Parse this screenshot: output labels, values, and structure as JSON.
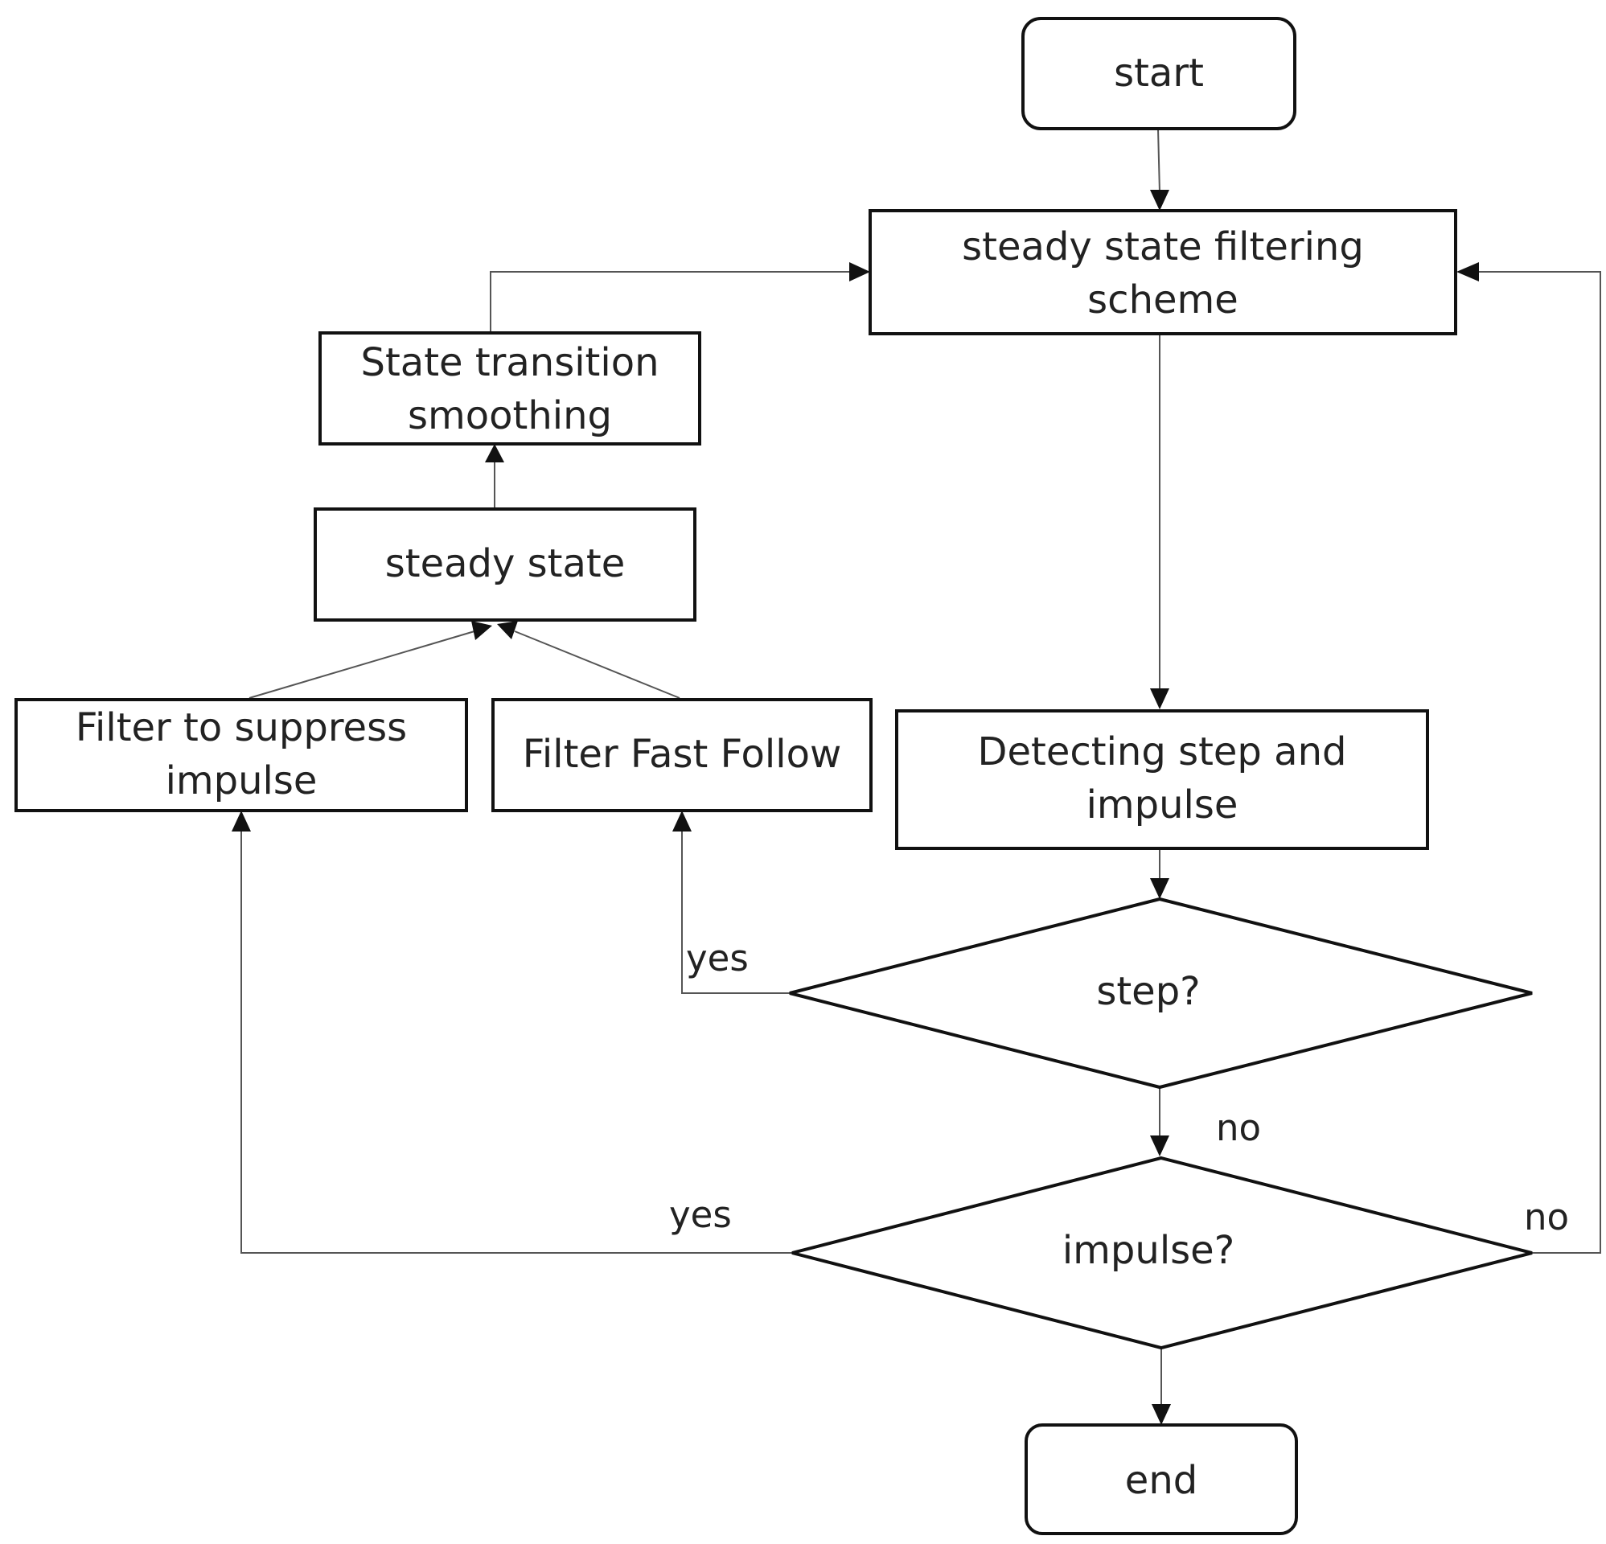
{
  "nodes": {
    "start": "start",
    "steady_filtering": [
      "steady state filtering",
      "scheme"
    ],
    "detecting": [
      "Detecting step and",
      "impulse"
    ],
    "step_decision": "step?",
    "impulse_decision": "impulse?",
    "end": "end",
    "state_transition": [
      "State transition",
      "smoothing"
    ],
    "steady_state": "steady state",
    "filter_suppress": [
      "Filter to suppress",
      "impulse"
    ],
    "filter_fast": "Filter Fast Follow"
  },
  "edge_labels": {
    "step_yes": "yes",
    "step_no": "no",
    "impulse_yes": "yes",
    "impulse_no": "no"
  }
}
